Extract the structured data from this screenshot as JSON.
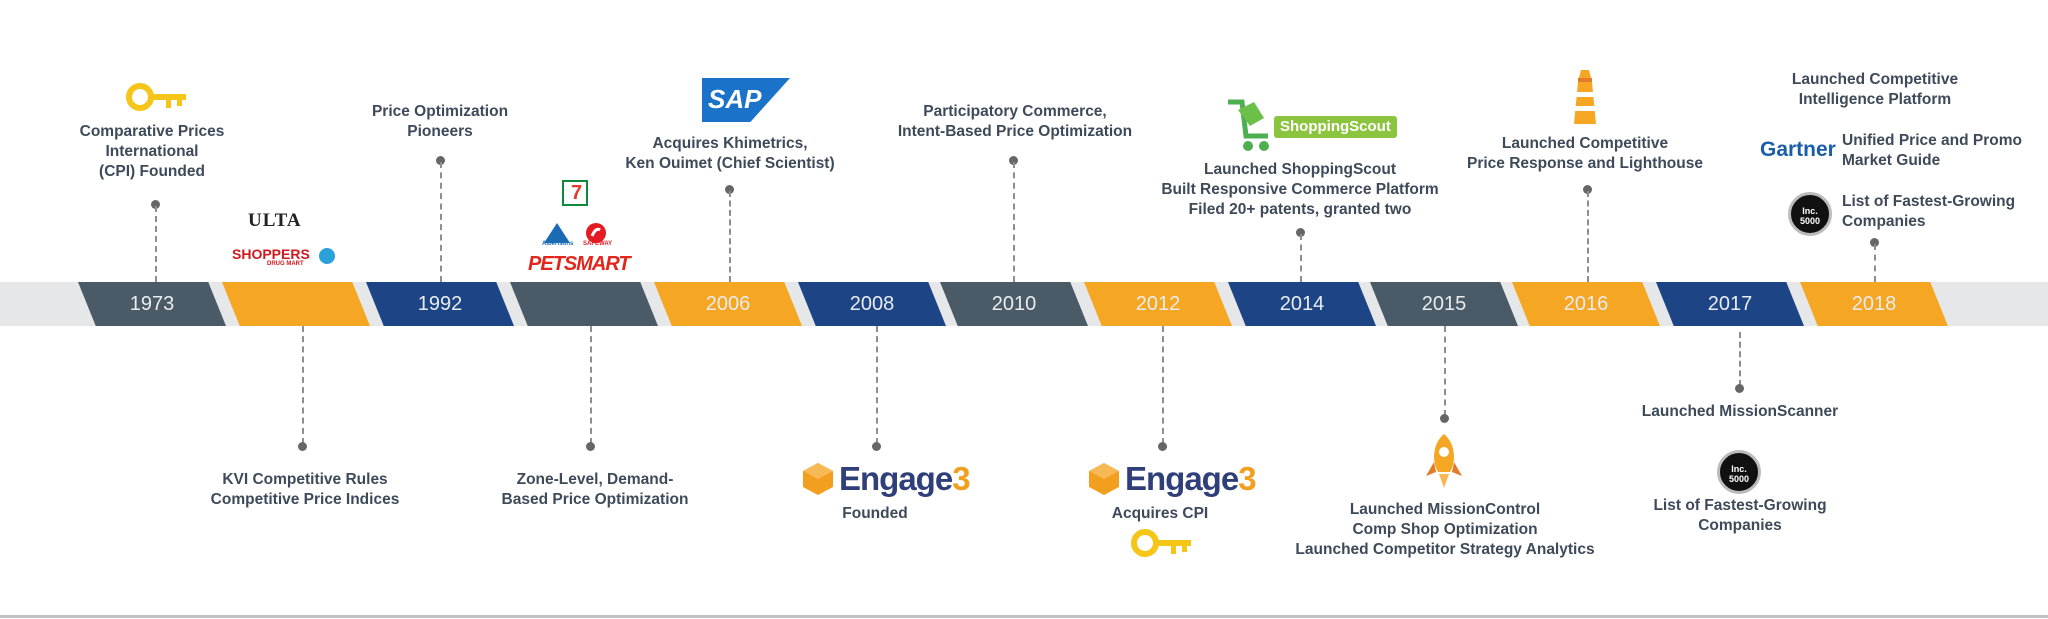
{
  "colors": {
    "slate": "#4a5a66",
    "orange": "#f5a623",
    "blue": "#1d4586",
    "band": "#e6e7e8",
    "text": "#3e4a59"
  },
  "segments": [
    {
      "label": "1973",
      "color": "slate"
    },
    {
      "label": "",
      "color": "orange"
    },
    {
      "label": "1992",
      "color": "blue"
    },
    {
      "label": "",
      "color": "slate"
    },
    {
      "label": "2006",
      "color": "orange"
    },
    {
      "label": "2008",
      "color": "blue"
    },
    {
      "label": "2010",
      "color": "slate"
    },
    {
      "label": "2012",
      "color": "orange"
    },
    {
      "label": "2014",
      "color": "blue"
    },
    {
      "label": "2015",
      "color": "slate"
    },
    {
      "label": "2016",
      "color": "orange"
    },
    {
      "label": "2017",
      "color": "blue"
    },
    {
      "label": "2018",
      "color": "orange"
    }
  ],
  "events": {
    "e1973": "Comparative Prices\nInternational\n(CPI) Founded",
    "e1992": "Price Optimization\nPioneers",
    "e2006": "Acquires Khimetrics,\nKen Ouimet (Chief Scientist)",
    "e2010": "Participatory Commerce,\nIntent-Based Price Optimization",
    "e2014": "Launched ShoppingScout\nBuilt Responsive Commerce Platform\nFiled 20+ patents, granted two",
    "e2016": "Launched Competitive\nPrice Response and Lighthouse",
    "e2018_top": "Launched Competitive\nIntelligence Platform",
    "e2018_gartner": "Unified Price and Promo\nMarket Guide",
    "e2018_inc": "List of Fastest-Growing\nCompanies",
    "kvi": "KVI Competitive Rules\nCompetitive Price Indices",
    "zone": "Zone-Level, Demand-\nBased Price Optimization",
    "e2008": "Founded",
    "e2012": "Acquires CPI",
    "e2015": "Launched MissionControl\nComp Shop Optimization\nLaunched Competitor Strategy Analytics",
    "e2017_scanner": "Launched MissionScanner",
    "e2017_inc": "List of Fastest-Growing\nCompanies"
  },
  "logos": {
    "ulta": "ULTA",
    "shoppers": "SHOPPERS",
    "shoppers_sub": "DRUG MART",
    "sevenEleven": "7",
    "albertsons": "Albertsons",
    "safeway": "SAFEWAY",
    "petsmart": "PETSMART",
    "sap": "SAP",
    "shoppingscout": "ShoppingScout",
    "gartner": "Gartner",
    "engage_main": "Engage",
    "engage_num": "3",
    "inc_top": "Inc.",
    "inc_num": "5000"
  }
}
